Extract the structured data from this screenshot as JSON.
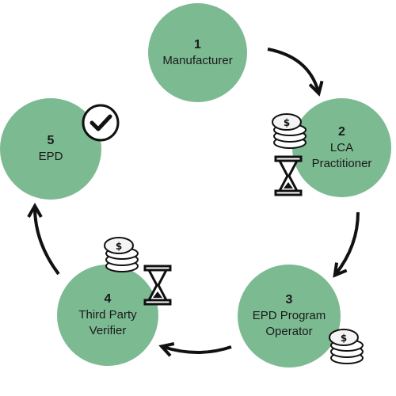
{
  "nodes": [
    {
      "number": "1",
      "label": "Manufacturer"
    },
    {
      "number": "2",
      "label": "LCA Practitioner"
    },
    {
      "number": "3",
      "label": "EPD Program Operator"
    },
    {
      "number": "4",
      "label": "Third Party Verifier"
    },
    {
      "number": "5",
      "label": "EPD"
    }
  ],
  "colors": {
    "node_fill": "#7cba92",
    "ink": "#1a1a1a"
  },
  "icons": [
    "coin-stack-icon",
    "hourglass-icon",
    "checkmark-circle-icon"
  ]
}
